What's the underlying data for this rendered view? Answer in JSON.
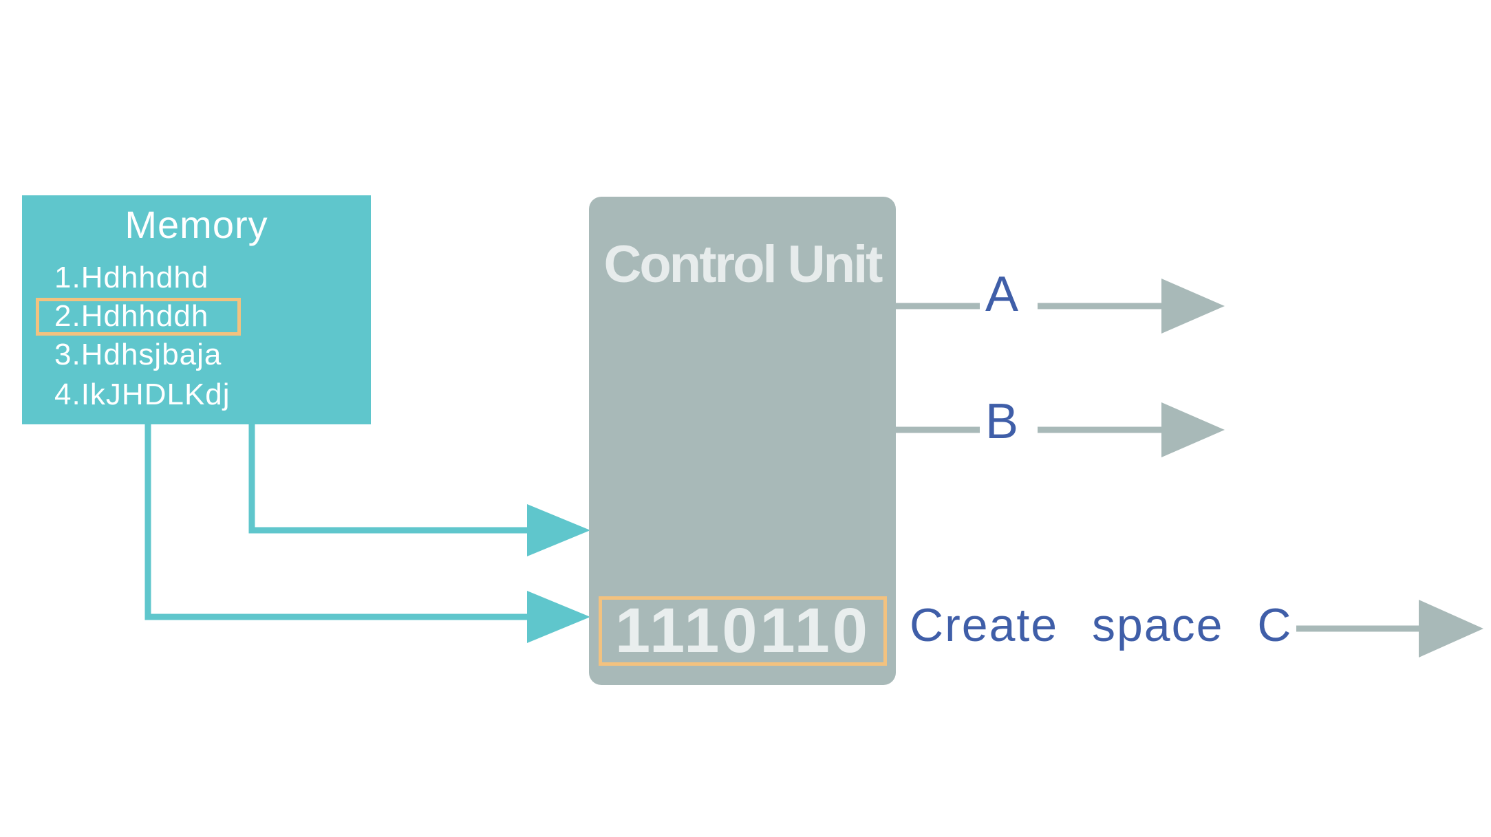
{
  "memory": {
    "title": "Memory",
    "items": [
      "1.Hdhhdhd",
      "2.Hdhhddh",
      "3.Hdhsjbaja",
      "4.IkJHDLKdj"
    ],
    "highlighted_item": "2.Hdhhddh"
  },
  "control_unit": {
    "title": "Control Unit",
    "code": "1110110"
  },
  "outputs": {
    "a": "A",
    "b": "B",
    "c": "Create space C"
  },
  "colors": {
    "memory": "#5fc6cc",
    "control_unit": "#a8b9b8",
    "highlight": "#f3c27f",
    "output_text": "#3f5ea8",
    "output_arrow": "#a8b9b8"
  }
}
